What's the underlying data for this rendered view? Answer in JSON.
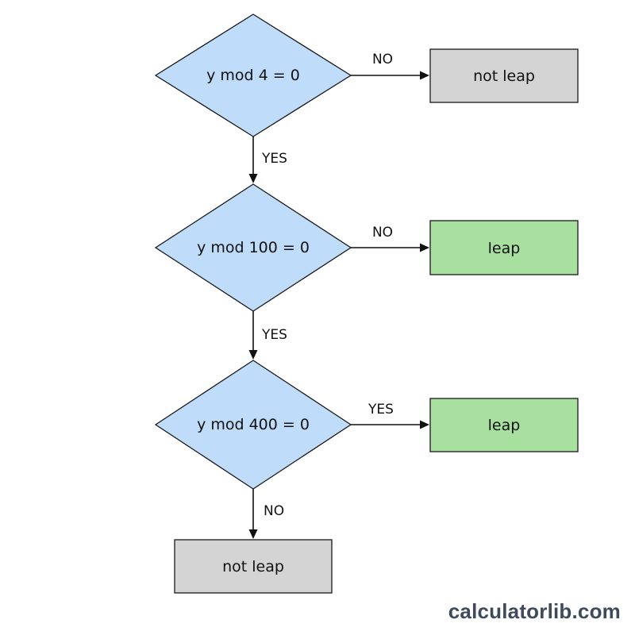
{
  "diagram": {
    "decisions": [
      {
        "id": "d1",
        "label": "y mod 4 = 0"
      },
      {
        "id": "d2",
        "label": "y mod 100 = 0"
      },
      {
        "id": "d3",
        "label": "y mod 400 = 0"
      }
    ],
    "results": [
      {
        "id": "r1",
        "label": "not leap",
        "color": "#d4d4d4"
      },
      {
        "id": "r2",
        "label": "leap",
        "color": "#a8e0a0"
      },
      {
        "id": "r3",
        "label": "leap",
        "color": "#a8e0a0"
      },
      {
        "id": "r4",
        "label": "not leap",
        "color": "#d4d4d4"
      }
    ],
    "edges": [
      {
        "from": "d1",
        "to": "r1",
        "label": "NO"
      },
      {
        "from": "d1",
        "to": "d2",
        "label": "YES"
      },
      {
        "from": "d2",
        "to": "r2",
        "label": "NO"
      },
      {
        "from": "d2",
        "to": "d3",
        "label": "YES"
      },
      {
        "from": "d3",
        "to": "r3",
        "label": "YES"
      },
      {
        "from": "d3",
        "to": "r4",
        "label": "NO"
      }
    ],
    "decision_color": "#bfdcfb"
  },
  "watermark": "calculatorlib.com"
}
